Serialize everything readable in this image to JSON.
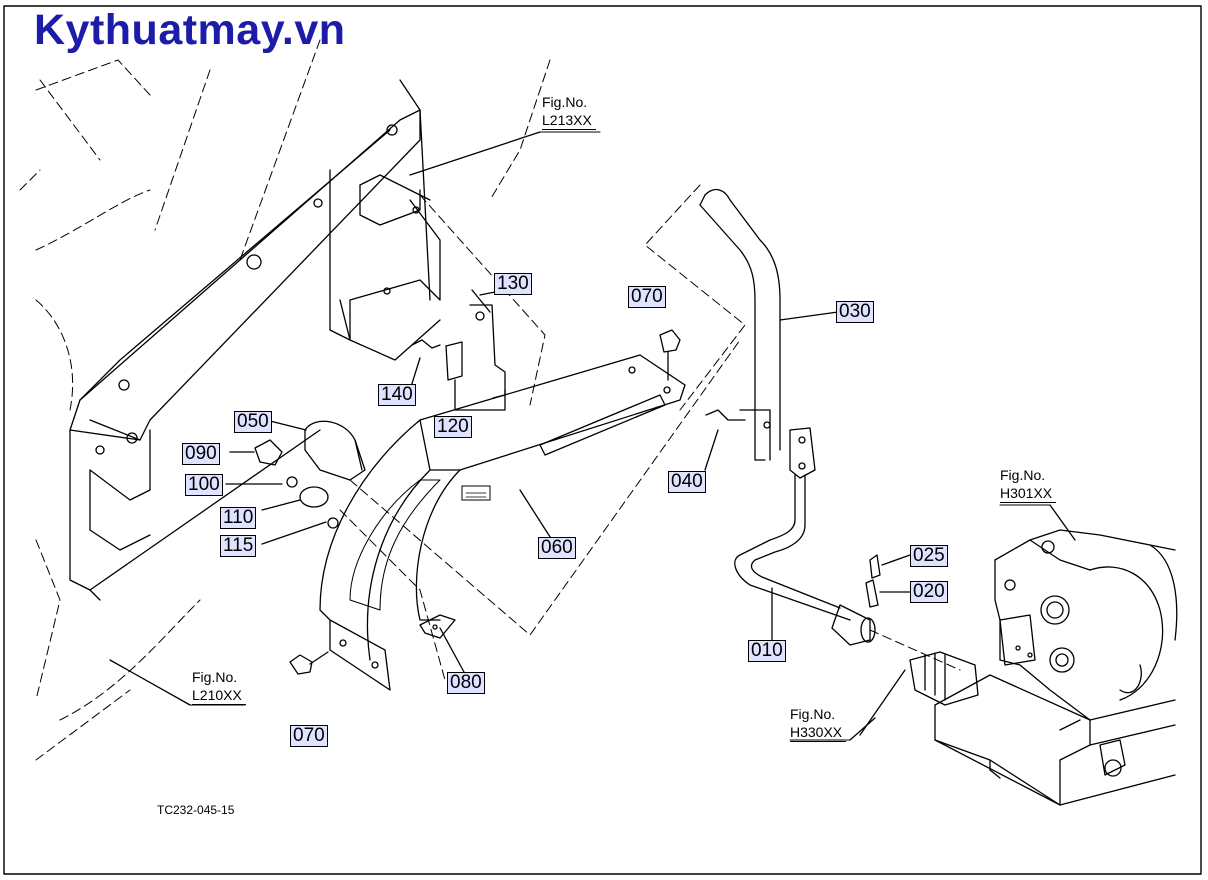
{
  "watermark": "Kythuatmay.vn",
  "drawing_id": "TC232-045-15",
  "figure_refs": [
    {
      "label": "Fig.No.",
      "code": "L213XX"
    },
    {
      "label": "Fig.No.",
      "code": "H301XX"
    },
    {
      "label": "Fig.No.",
      "code": "L210XX"
    },
    {
      "label": "Fig.No.",
      "code": "H330XX"
    }
  ],
  "parts": [
    "010",
    "020",
    "025",
    "030",
    "040",
    "050",
    "060",
    "070",
    "070",
    "080",
    "090",
    "100",
    "110",
    "115",
    "120",
    "130",
    "140"
  ]
}
